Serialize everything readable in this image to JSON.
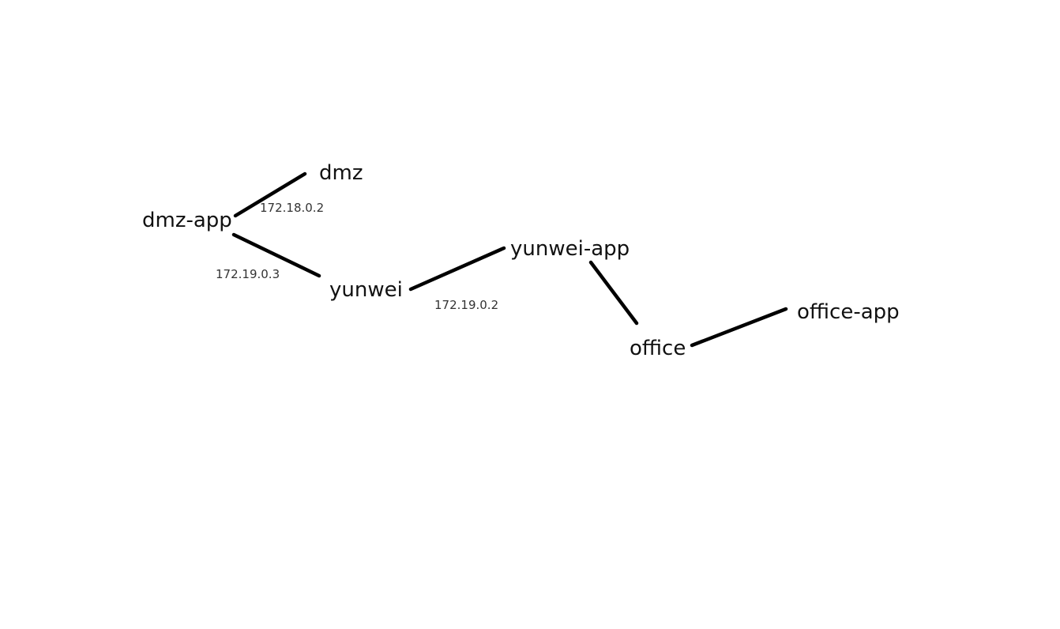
{
  "colors": {
    "background": "#ffffff",
    "line": "#000000",
    "node_text": "#111111",
    "ip_text": "#333333"
  },
  "nodes": {
    "dmz": "dmz",
    "dmz_app": "dmz-app",
    "yunwei": "yunwei",
    "yunwei_app": "yunwei-app",
    "office": "office",
    "office_app": "office-app"
  },
  "links": [
    {
      "from": "dmz-app",
      "to": "dmz",
      "label": "172.18.0.2"
    },
    {
      "from": "dmz-app",
      "to": "yunwei",
      "label": "172.19.0.3"
    },
    {
      "from": "yunwei",
      "to": "yunwei-app",
      "label": "172.19.0.2"
    },
    {
      "from": "yunwei-app",
      "to": "office",
      "label": ""
    },
    {
      "from": "office",
      "to": "office-app",
      "label": ""
    }
  ]
}
